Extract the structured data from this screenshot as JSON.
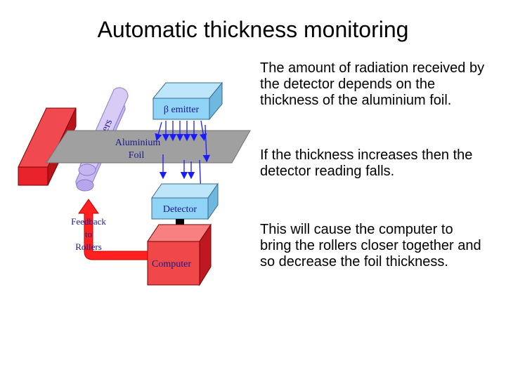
{
  "slide": {
    "title": "Automatic thickness monitoring",
    "paragraphs": [
      "The amount of radiation received by the detector depends on the thickness of the aluminium foil.",
      "If the thickness increases then the detector reading falls.",
      "This will cause the computer to bring the rollers closer together and so decrease the foil thickness."
    ]
  },
  "diagram": {
    "labels": {
      "emitter": "β emitter",
      "foil_line1": "Aluminium",
      "foil_line2": "Foil",
      "rollers": "Rollers",
      "detector": "Detector",
      "computer": "Computer",
      "feedback_line1": "Feedback",
      "feedback_line2": "to",
      "feedback_line3": "Rollers"
    },
    "colors": {
      "roller_block": "#e8232b",
      "foil": "#a0a0a0",
      "rollers": "#c8b8f0",
      "emitter_box": "#8fd3f7",
      "detector_box": "#8fd3f7",
      "computer_box": "#f04848",
      "feedback_arrow": "#ff2020",
      "radiation_arrows": "#1a1aff",
      "label_text": "#1a1a8a"
    }
  }
}
